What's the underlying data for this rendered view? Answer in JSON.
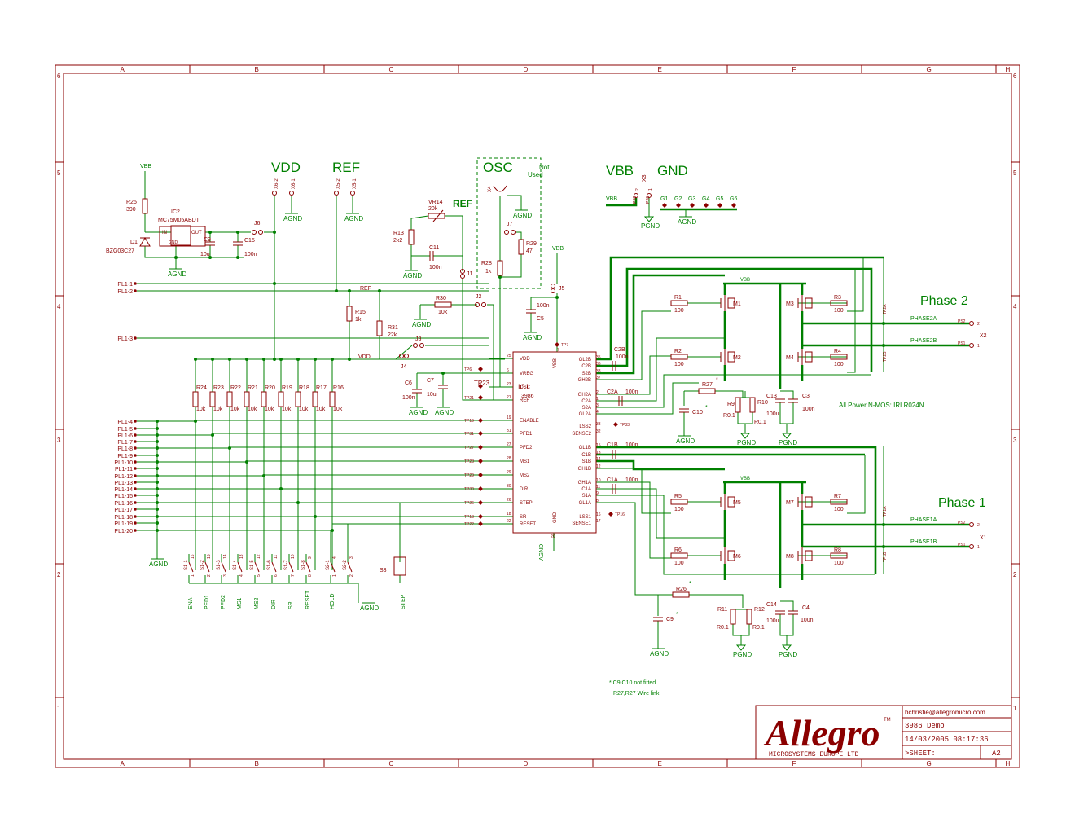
{
  "frame": {
    "cols": [
      "A",
      "B",
      "C",
      "D",
      "E",
      "F",
      "G",
      "H"
    ],
    "rows": [
      "6",
      "5",
      "4",
      "3",
      "2",
      "1"
    ]
  },
  "titles": {
    "vdd": "VDD",
    "ref": "REF",
    "osc": "OSC",
    "not_used": "Not Used",
    "vbb": "VBB",
    "gnd": "GND",
    "phase2": "Phase 2",
    "phase1": "Phase 1",
    "ref_small": "REF"
  },
  "notes": {
    "mosfets": "All Power N-MOS: IRLR024N",
    "fit1": "* C9,C10 not fitted",
    "fit2": "R27,R27 Wire link"
  },
  "titleblock": {
    "logo": "Allegro",
    "tm": "TM",
    "company": "MICROSYSTEMS EUROPE LTD",
    "email": "bchristie@allegromicro.com",
    "project": "3986 Demo",
    "datetime": "14/03/2005 08:17:36",
    "sheet": ">SHEET:",
    "size": "A2"
  },
  "ic1": {
    "name": "IC1",
    "part": "3986",
    "left_pins": [
      {
        "num": "25",
        "name": "VDD"
      },
      {
        "num": "6",
        "name": "VREG"
      },
      {
        "num": "23",
        "name": "OSC"
      },
      {
        "num": "21",
        "name": "REF"
      },
      {
        "num": "19",
        "name": "ENABLE"
      },
      {
        "num": "31",
        "name": "PFD1"
      },
      {
        "num": "27",
        "name": "PFD2"
      },
      {
        "num": "28",
        "name": "MS1"
      },
      {
        "num": "29",
        "name": "MS2"
      },
      {
        "num": "30",
        "name": "DIR"
      },
      {
        "num": "26",
        "name": "STEP"
      },
      {
        "num": "18",
        "name": "SR"
      },
      {
        "num": "22",
        "name": "RESET"
      }
    ],
    "right_pins": [
      {
        "num": "35",
        "name": "GL2B"
      },
      {
        "num": "36",
        "name": "C2B"
      },
      {
        "num": "38",
        "name": "S2B"
      },
      {
        "num": "37",
        "name": "GH2B"
      },
      {
        "num": "2",
        "name": "GH2A"
      },
      {
        "num": "1",
        "name": "C2A"
      },
      {
        "num": "3",
        "name": "S2A"
      },
      {
        "num": "4",
        "name": "GL2A"
      },
      {
        "num": "33",
        "name": "LSS2"
      },
      {
        "num": "32",
        "name": "SENSE2"
      },
      {
        "num": "15",
        "name": "GL1B"
      },
      {
        "num": "13",
        "name": "C1B"
      },
      {
        "num": "14",
        "name": "S1B"
      },
      {
        "num": "12",
        "name": "GH1B"
      },
      {
        "num": "10",
        "name": "GH1A"
      },
      {
        "num": "11",
        "name": "C1A"
      },
      {
        "num": "9",
        "name": "S1A"
      },
      {
        "num": "8",
        "name": "GL1A"
      },
      {
        "num": "16",
        "name": "LSS1"
      },
      {
        "num": "17",
        "name": "SENSE1"
      }
    ],
    "vbb": "VBB",
    "gnd": "GND",
    "pin7": "7",
    "pin20": "20"
  },
  "connector": {
    "pins": [
      "PL1-1",
      "PL1-2",
      "PL1-3",
      "PL1-4",
      "PL1-5",
      "PL1-6",
      "PL1-7",
      "PL1-8",
      "PL1-9",
      "PL1-10",
      "PL1-11",
      "PL1-12",
      "PL1-13",
      "PL1-14",
      "PL1-15",
      "PL1-16",
      "PL1-17",
      "PL1-18",
      "PL1-19",
      "PL1-20"
    ]
  },
  "pullups": [
    {
      "ref": "R24",
      "val": "10k"
    },
    {
      "ref": "R23",
      "val": "10k"
    },
    {
      "ref": "R22",
      "val": "10k"
    },
    {
      "ref": "R21",
      "val": "10k"
    },
    {
      "ref": "R20",
      "val": "10k"
    },
    {
      "ref": "R19",
      "val": "10k"
    },
    {
      "ref": "R18",
      "val": "10k"
    },
    {
      "ref": "R17",
      "val": "10k"
    },
    {
      "ref": "R16",
      "val": "10k"
    }
  ],
  "switches": [
    {
      "lbl": "ENA",
      "ref": "S1-1",
      "a": "1",
      "b": "16"
    },
    {
      "lbl": "PFD1",
      "ref": "S1-2",
      "a": "2",
      "b": "15"
    },
    {
      "lbl": "PFD2",
      "ref": "S1-3",
      "a": "3",
      "b": "14"
    },
    {
      "lbl": "MS1",
      "ref": "S1-4",
      "a": "4",
      "b": "13"
    },
    {
      "lbl": "MS2",
      "ref": "S1-5",
      "a": "5",
      "b": "12"
    },
    {
      "lbl": "DIR",
      "ref": "S1-6",
      "a": "6",
      "b": "11"
    },
    {
      "lbl": "SR",
      "ref": "S1-7",
      "a": "7",
      "b": "10"
    },
    {
      "lbl": "RESET",
      "ref": "S1-8",
      "a": "8",
      "b": "9"
    },
    {
      "lbl": "HOLD",
      "ref": "S2-1",
      "a": "1",
      "b": "4"
    },
    {
      "lbl": "",
      "ref": "S2-2",
      "a": "2",
      "b": "3"
    }
  ],
  "step_label": "STEP",
  "s3": "S3",
  "parts": {
    "vbb_top": "VBB",
    "r25": "R25",
    "r25v": "390",
    "d1": "D1",
    "d1v": "BZG03C27",
    "ic2": "IC2",
    "ic2v": "MC75M05ABDT",
    "in": "IN",
    "out": "OUT",
    "gndp": "GND",
    "c9top": "C9",
    "c9topv": "10u",
    "c15": "C15",
    "c15v": "100n",
    "j6": "J6",
    "agnd": "AGND",
    "x6_2": "X6-2",
    "x6_1": "X6-1",
    "x5_2": "X5-2",
    "x5_1": "X5-1",
    "vr14": "VR14",
    "vr14v": "20k",
    "r13": "R13",
    "r13v": "2k2",
    "c11": "C11",
    "c11v": "100n",
    "j1": "J1",
    "x4": "X4",
    "j7": "J7",
    "r29": "R29",
    "r29v": "47",
    "r28": "R28",
    "r28v": "1k",
    "vbb2": "VBB",
    "j5": "J5",
    "c5": "C5",
    "c5v": "100n",
    "tp7": "TP7",
    "j2": "J2",
    "r30": "R30",
    "r30v": "10k",
    "r15": "R15",
    "r15v": "1k",
    "r31": "R31",
    "r31v": "22k",
    "ref_net": "REF",
    "vdd_net": "VDD",
    "j3": "J3",
    "j4": "J4",
    "c6": "C6",
    "c6v": "100n",
    "c7": "C7",
    "c7v": "10u",
    "tp6": "TP6",
    "tp23": "TP23",
    "tp21": "TP21",
    "tp33": "TP33",
    "tp16": "TP16",
    "x3": "X3",
    "ps1": "PS1",
    "ps2": "PS2",
    "pgnd": "PGND",
    "gpins": [
      "G1",
      "G2",
      "G3",
      "G4",
      "G5",
      "G6"
    ],
    "phase2a": "PHASE2A",
    "phase2b": "PHASE2B",
    "phase1a": "PHASE1A",
    "phase1b": "PHASE1B",
    "x2": "X2",
    "x1": "X1",
    "tp2a": "TP2A",
    "tp2b": "TP2B",
    "tp1a": "TP1A",
    "tp1b": "TP1B",
    "c2b": "C2B",
    "c2a": "C2A",
    "c1b": "C1B",
    "c1a": "C1A",
    "cbv": "100n",
    "r27": "R27",
    "r26": "R26",
    "c10": "C10",
    "c9": "C9",
    "r9": "R9",
    "r10": "R10",
    "r11": "R11",
    "r12": "R12",
    "rsv": "R0.1",
    "c13": "C13",
    "c14": "C14",
    "c3": "C3",
    "c4": "C4",
    "c100u": "100u",
    "c100n": "100n"
  },
  "mosfets": [
    {
      "ref": "M1",
      "gr": "R1",
      "gv": "100"
    },
    {
      "ref": "M2",
      "gr": "R2",
      "gv": "100"
    },
    {
      "ref": "M3",
      "gr": "R3",
      "gv": "100"
    },
    {
      "ref": "M4",
      "gr": "R4",
      "gv": "100"
    },
    {
      "ref": "M5",
      "gr": "R5",
      "gv": "100"
    },
    {
      "ref": "M6",
      "gr": "R6",
      "gv": "100"
    },
    {
      "ref": "M7",
      "gr": "R7",
      "gv": "100"
    },
    {
      "ref": "M8",
      "gr": "R8",
      "gv": "100"
    }
  ]
}
